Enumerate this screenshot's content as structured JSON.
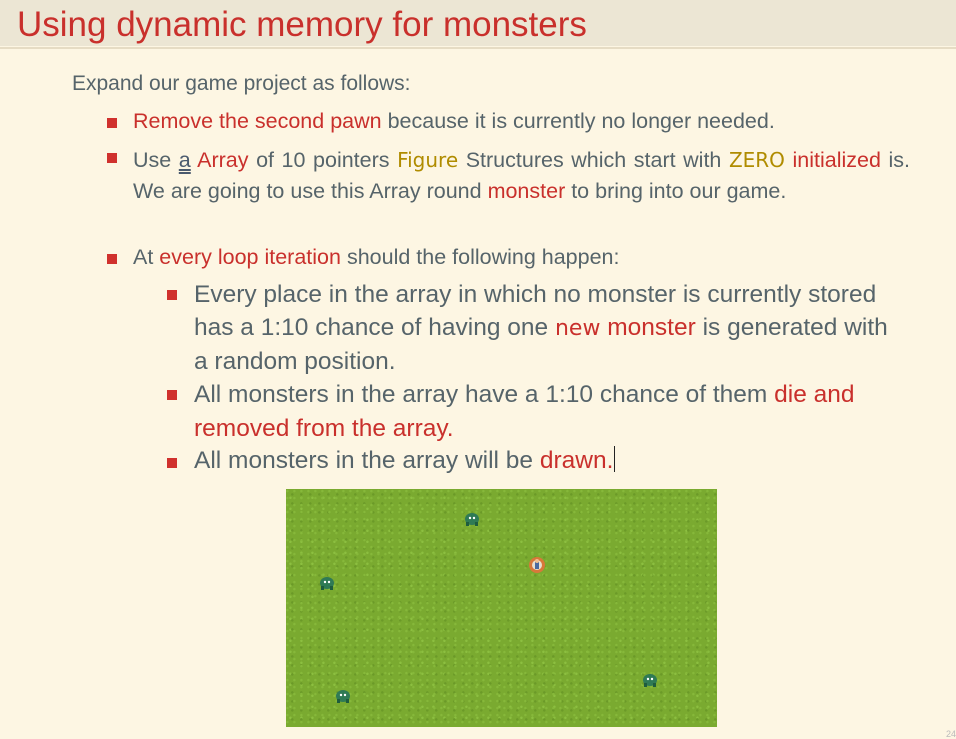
{
  "slide": {
    "title": "Using dynamic memory for monsters",
    "intro": "Expand our game project as follows:",
    "bullets": {
      "b1": {
        "red": "Remove the second pawn",
        "rest": " because it is currently no longer needed."
      },
      "b2": {
        "t1": "Use ",
        "link": "a",
        "t2": " ",
        "red1": "Array",
        "t3": " of 10 pointers ",
        "gold1": "Figure",
        "t4": " Structures which start with ",
        "gold2": "ZERO",
        "t5": " ",
        "red2": "initialized",
        "t6": " is. We are going to use this Array round ",
        "red3": "monster",
        "t7": " to bring into our game."
      },
      "b3": {
        "t1": "At ",
        "red": "every loop iteration",
        "t2": " should the following happen:"
      },
      "sub1": {
        "t1": "Every place in the array in which no monster is currently stored has a 1:10 chance of having one ",
        "red1": "new",
        "t2": " ",
        "red2": "monster",
        "t3": " is generated with a random position."
      },
      "sub2": {
        "t1": "All monsters in the array have a 1:10 chance of them ",
        "red": "die and removed from the array."
      },
      "sub3": {
        "t1": "All monsters in the array will be ",
        "red": "drawn."
      }
    },
    "page_number": "24"
  },
  "colors": {
    "accent": "#c9302c",
    "highlight": "#b08c00",
    "grass": "#7aaa30",
    "background": "#fdf6e3"
  },
  "icons": {
    "bullet": "red-square-bullet",
    "monster": "green-blob-monster-sprite",
    "hero": "pawn-hero-sprite"
  }
}
